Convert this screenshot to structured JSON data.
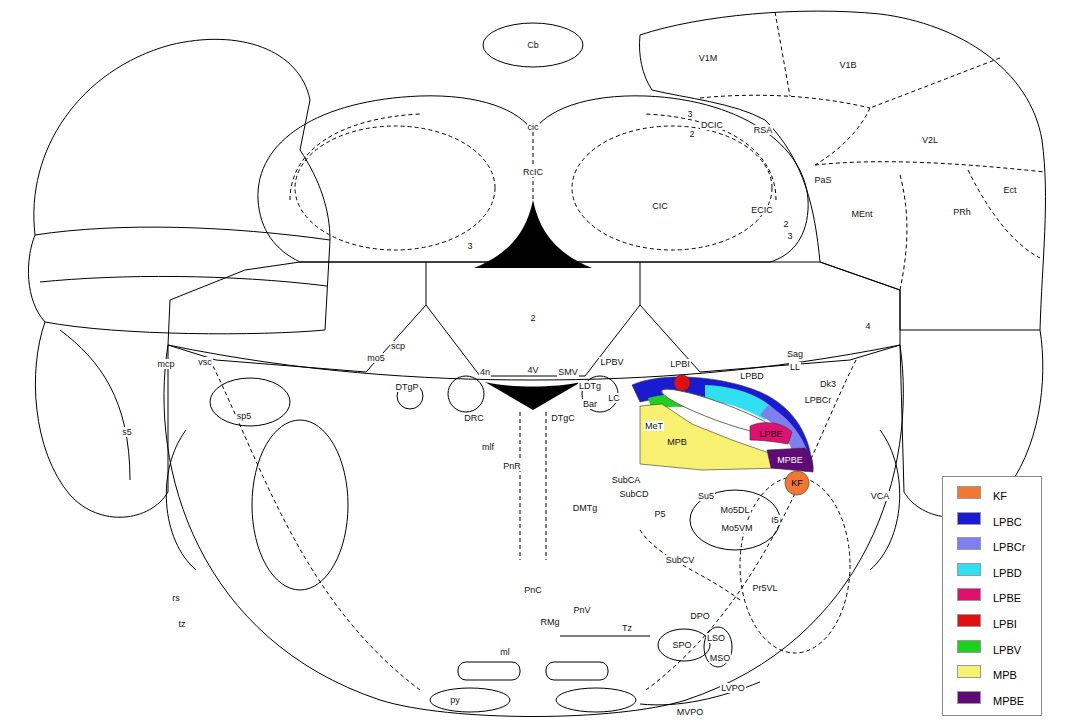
{
  "diagram": {
    "nodes": [
      {
        "text": [
          "MPB"
        ]
      },
      {
        "text": [
          "LPBE"
        ]
      },
      {
        "text": [
          "MPBE"
        ]
      },
      {
        "text": [
          "KF"
        ]
      }
    ],
    "labels": [
      "Cb",
      "V1M",
      "V1B",
      "V2L",
      "RSA",
      "PaS",
      "Ect",
      "MEnt",
      "PRh",
      "DCIC",
      "3",
      "2",
      "ECIC",
      "2",
      "3",
      "cic",
      "RcIC",
      "CIC",
      "3",
      "2",
      "4",
      "4V",
      "4n",
      "SMV",
      "LPBV",
      "LC",
      "LDTg",
      "Bar",
      "MeT",
      "LPBI",
      "LPBD",
      "LPBCr",
      "Sag",
      "LL",
      "Dk3",
      "Su5",
      "SubCA",
      "SubCD",
      "P5",
      "Mo5DL",
      "Mo5VM",
      "I5",
      "Pr5VL",
      "VCA",
      "SubCV",
      "DMTg",
      "DTgP",
      "DRC",
      "DTgC",
      "mlf",
      "PnR",
      "PnC",
      "RMg",
      "PnV",
      "ml",
      "Tz",
      "SPO",
      "LSO",
      "MSO",
      "DPO",
      "LVPO",
      "MVPO",
      "py",
      "scp",
      "mcp",
      "vsc",
      "mo5",
      "sp5",
      "s5",
      "rs",
      "tz"
    ],
    "legend": [
      {
        "text": "KF",
        "color": "#f07830"
      },
      {
        "text": "LPBC",
        "color": "#1a1ad0"
      },
      {
        "text": "LPBCr",
        "color": "#7f7ff0"
      },
      {
        "text": "LPBD",
        "color": "#30e0f0"
      },
      {
        "text": "LPBE",
        "color": "#e01070"
      },
      {
        "text": "LPBI",
        "color": "#e01010"
      },
      {
        "text": "LPBV",
        "color": "#20d020"
      },
      {
        "text": "MPB",
        "color": "#f8f070"
      },
      {
        "text": "MPBE",
        "color": "#600a78"
      }
    ]
  }
}
